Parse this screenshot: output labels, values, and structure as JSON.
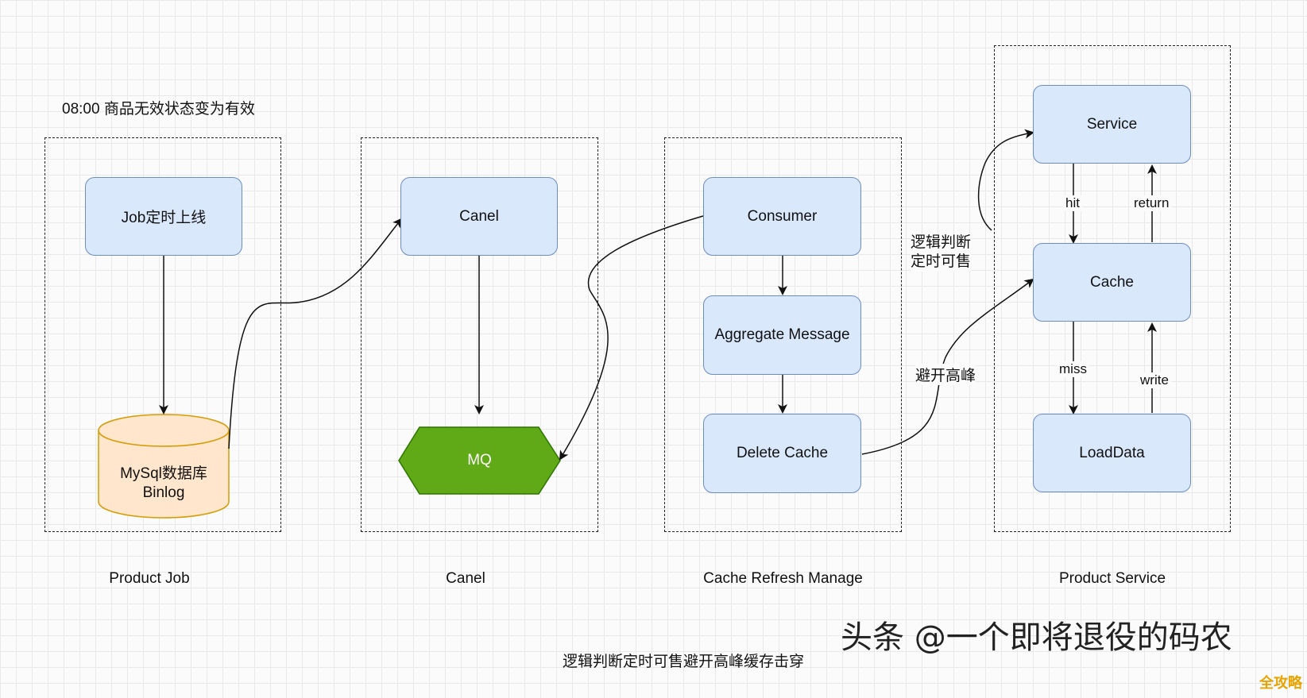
{
  "header_note": "08:00 商品无效状态变为有效",
  "groups": {
    "product_job": "Product Job",
    "canel": "Canel",
    "cache_refresh": "Cache Refresh Manage",
    "product_service": "Product Service"
  },
  "nodes": {
    "job": "Job定时上线",
    "mysql_line1": "MySql数据库",
    "mysql_line2": "Binlog",
    "canel": "Canel",
    "mq": "MQ",
    "consumer": "Consumer",
    "aggregate": "Aggregate Message",
    "delete_cache": "Delete Cache",
    "service": "Service",
    "cache": "Cache",
    "loaddata": "LoadData"
  },
  "edge_labels": {
    "logic_line1": "逻辑判断",
    "logic_line2": "定时可售",
    "avoid_peak": "避开高峰",
    "hit": "hit",
    "return": "return",
    "miss": "miss",
    "write": "write"
  },
  "caption": "逻辑判断定时可售避开高峰缓存击穿",
  "watermark": "头条 @一个即将退役的码农",
  "badge": "全攻略",
  "colors": {
    "node_fill": "#dae8fc",
    "node_stroke": "#6c8ebf",
    "db_fill": "#ffe6cc",
    "db_stroke": "#d79b00",
    "mq_fill": "#60a917",
    "mq_stroke": "#2d7600"
  }
}
